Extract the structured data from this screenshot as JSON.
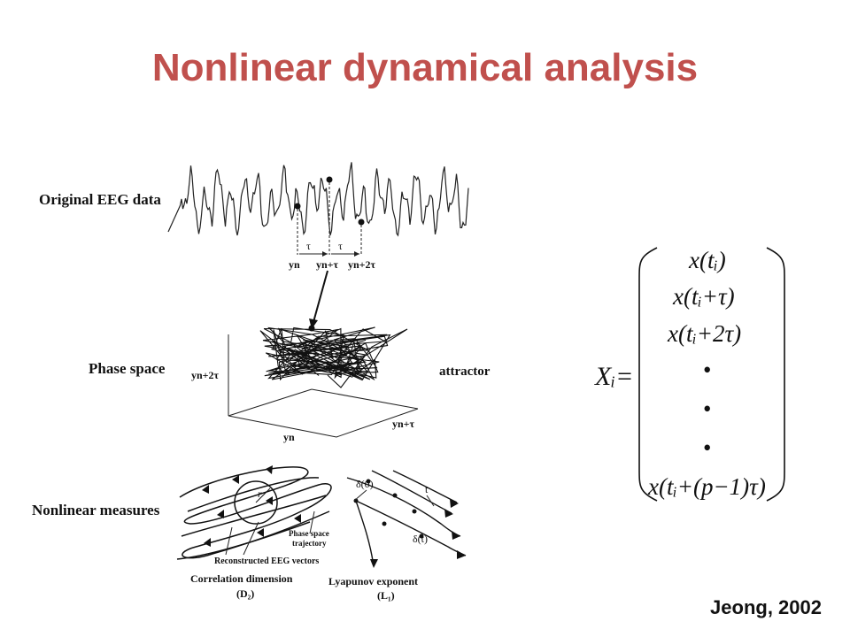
{
  "slide": {
    "title": "Nonlinear dynamical analysis",
    "credit": "Jeong, 2002",
    "accent_color": "#c0504d"
  },
  "diagram": {
    "row_labels": {
      "original": "Original EEG data",
      "phase": "Phase space",
      "measures": "Nonlinear measures"
    },
    "delay_symbol": "τ",
    "delay_labels": [
      "yn",
      "yn+τ",
      "yn+2τ"
    ],
    "axis_labels": {
      "vertical": "yn+2τ",
      "horizontal": "yn+τ",
      "depth": "yn"
    },
    "attractor_label": "attractor",
    "correlation": {
      "point_label": "r",
      "trajectory_label_1": "Phase space",
      "trajectory_label_2": "trajectory",
      "vectors_label": "Reconstructed EEG vectors",
      "name": "Correlation dimension",
      "symbol": "(D₂)"
    },
    "lyapunov": {
      "delta0": "δ(0)",
      "delta_t": "δ(t)",
      "time": "t",
      "name": "Lyapunov exponent",
      "symbol": "(L₁)"
    }
  },
  "formula": {
    "lhs": "Xᵢ=",
    "rows": [
      "x(tᵢ)",
      "x(tᵢ+τ)",
      "x(tᵢ+2τ)",
      "•",
      "•",
      "•",
      "x(tᵢ+(p−1)τ)"
    ]
  }
}
